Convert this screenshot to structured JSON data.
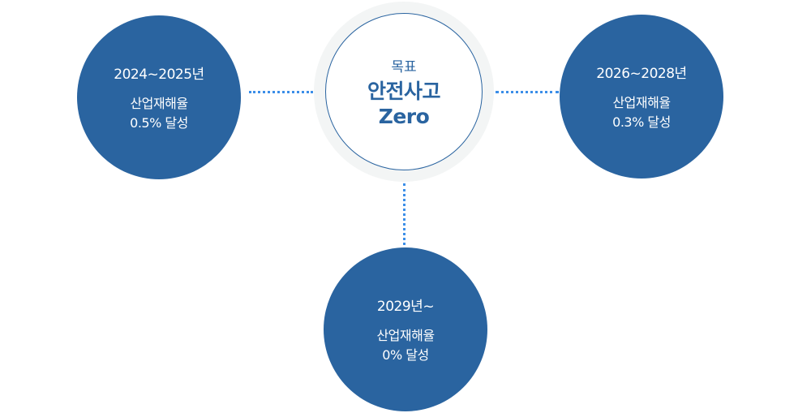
{
  "goal": {
    "label": "목표",
    "title_line1": "안전사고",
    "title_line2": "Zero"
  },
  "stages": [
    {
      "period": "2024~2025년",
      "desc_line1": "산업재해율",
      "desc_line2": "0.5% 달성"
    },
    {
      "period": "2026~2028년",
      "desc_line1": "산업재해율",
      "desc_line2": "0.3% 달성"
    },
    {
      "period": "2029년~",
      "desc_line1": "산업재해율",
      "desc_line2": "0% 달성"
    }
  ],
  "colors": {
    "primary": "#2a64a0",
    "connector": "#3b8ee8",
    "ring": "#f3f5f5"
  }
}
